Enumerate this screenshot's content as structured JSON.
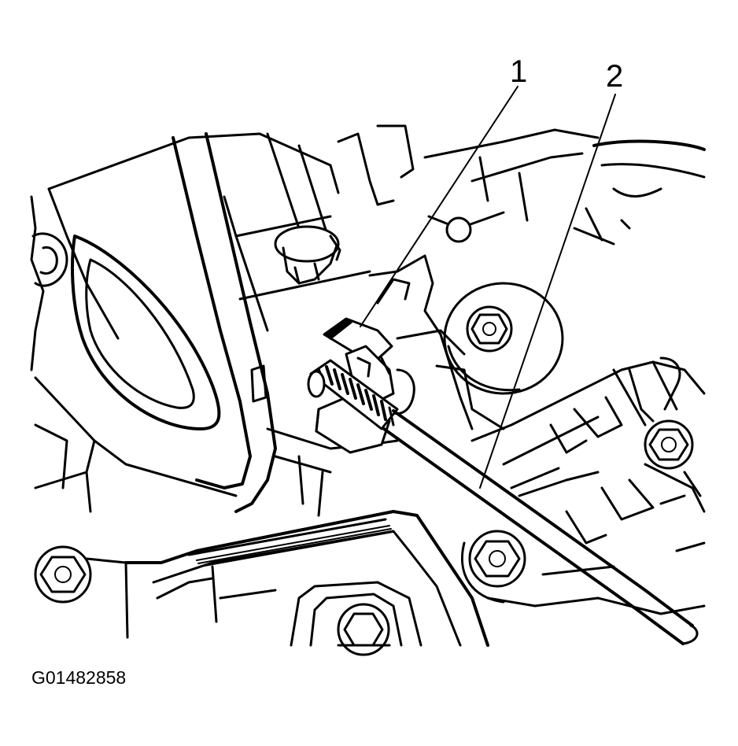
{
  "figure": {
    "id_label": "G01482858"
  },
  "callouts": [
    {
      "number": "1",
      "points_to": "cable-end-clip"
    },
    {
      "number": "2",
      "points_to": "shift-cable"
    }
  ],
  "colors": {
    "line": "#000000",
    "background": "#ffffff"
  }
}
